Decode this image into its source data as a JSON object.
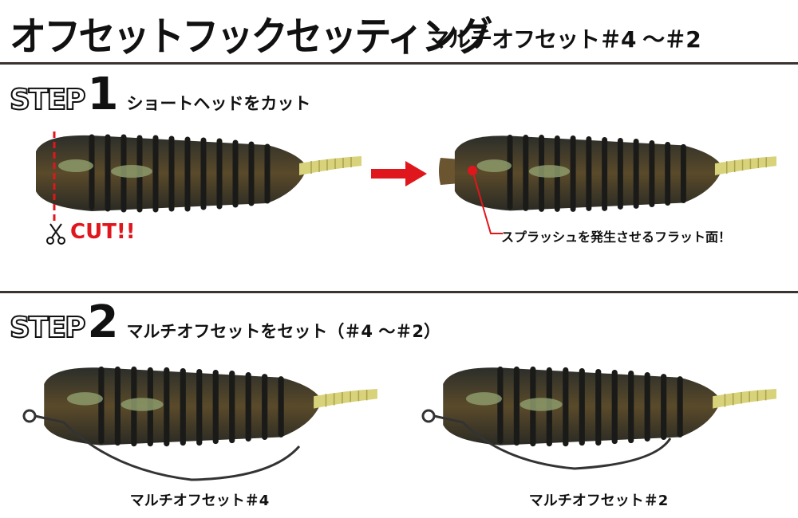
{
  "header": {
    "title": "オフセットフックセッティング",
    "subtitle": "マルチオフセット＃4 ～＃2"
  },
  "step1": {
    "step_word": "STEP",
    "step_number": "1",
    "instruction": "ショートヘッドをカット",
    "cut_label": "CUT!!",
    "annotation": "スプラッシュを発生させるフラット面！"
  },
  "step2": {
    "step_word": "STEP",
    "step_number": "2",
    "instruction": "マルチオフセットをセット（＃4 ～＃2）",
    "captions": [
      "マルチオフセット＃4",
      "マルチオフセット＃2"
    ]
  },
  "colors": {
    "accent_red": "#e0161d",
    "lure_body": "#3b3a2c",
    "lure_tail": "#d8d27a",
    "rule": "#3a3330"
  }
}
